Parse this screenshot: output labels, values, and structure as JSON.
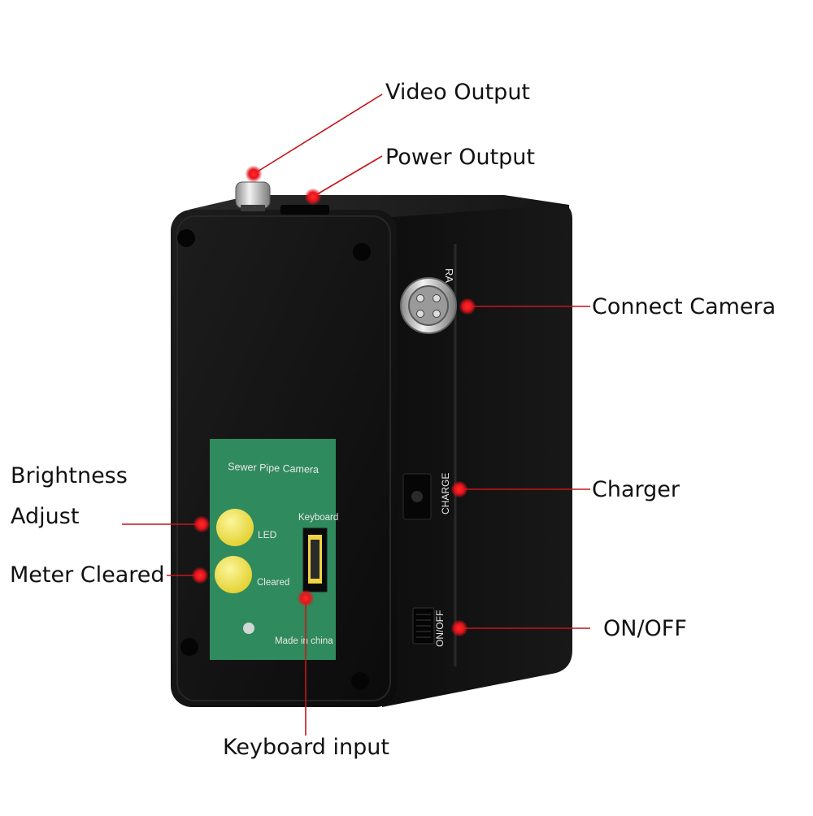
{
  "callouts": {
    "video_output": "Video Output",
    "power_output": "Power Output",
    "connect_camera": "Connect Camera",
    "charger": "Charger",
    "on_off": "ON/OFF",
    "brightness_line1": "Brightness",
    "brightness_line2": "Adjust",
    "meter_cleared": "Meter Cleared",
    "keyboard_input": "Keyboard input"
  },
  "device": {
    "panel_title": "Sewer Pipe Camera",
    "keyboard_label": "Keyboard",
    "led_label": "LED",
    "cleared_label": "Cleared",
    "made_in": "Made in china",
    "side_connector_label": "RA",
    "side_charge_label": "CHARGE",
    "side_onoff_label": "ON/OFF"
  },
  "colors": {
    "callout_line": "#c4161c",
    "marker_red": "#e8141c",
    "body_dark": "#141414",
    "panel_green": "#2f8a5d",
    "button_yellow": "#f4e35a"
  }
}
